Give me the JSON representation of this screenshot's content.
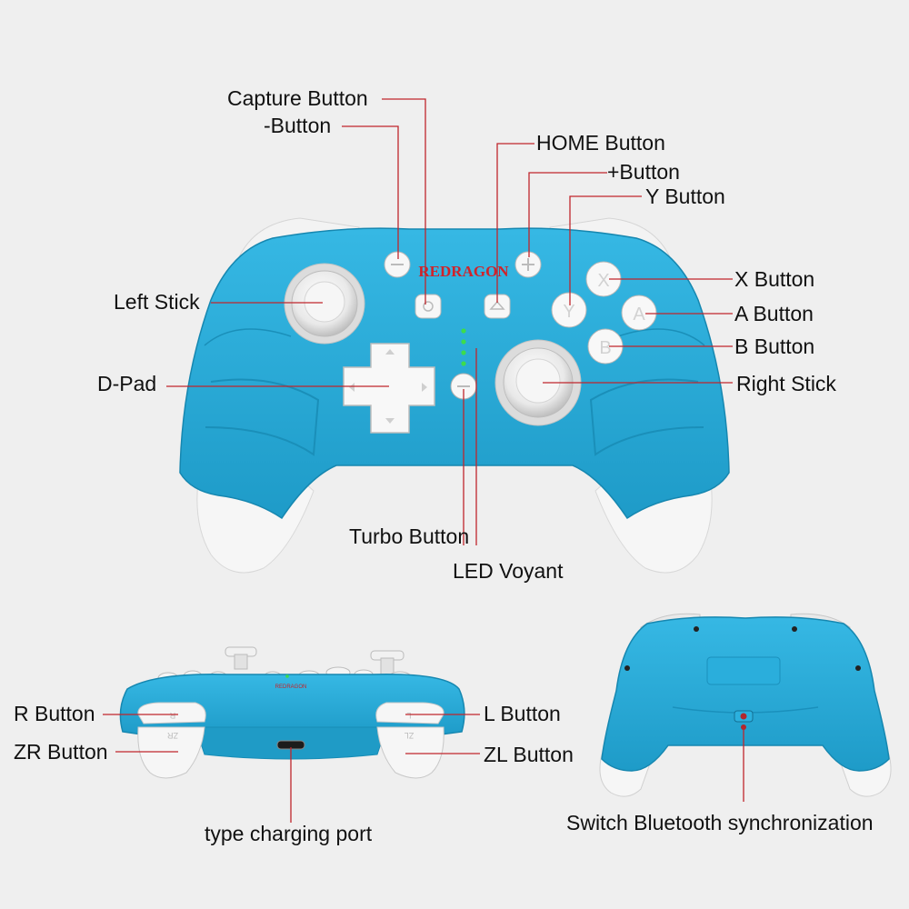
{
  "brand": "REDRAGON",
  "labels": {
    "capture": "Capture Button",
    "minus": "-Button",
    "home": "HOME Button",
    "plus": "+Button",
    "y": "Y Button",
    "x": "X Button",
    "a": "A Button",
    "b": "B Button",
    "left_stick": "Left Stick",
    "d_pad": "D-Pad",
    "right_stick": "Right Stick",
    "turbo": "Turbo Button",
    "led": "LED Voyant",
    "r": "R Button",
    "zr": "ZR Button",
    "l": "L Button",
    "zl": "ZL Button",
    "charging_port": "type charging port",
    "bt_sync": "Switch Bluetooth synchronization"
  },
  "face_letters": {
    "x": "X",
    "a": "A",
    "b": "B",
    "y": "Y"
  },
  "shoulder_letters": {
    "r": "R",
    "zr": "ZR",
    "l": "L",
    "zl": "ZL"
  },
  "colors": {
    "body": "#26a8d6",
    "body_shade": "#1b8fba",
    "grip": "#f4f4f4",
    "button": "#f7f7f7",
    "leader": "#c0262c",
    "led": "#3ddc4c",
    "background": "#efefef"
  }
}
